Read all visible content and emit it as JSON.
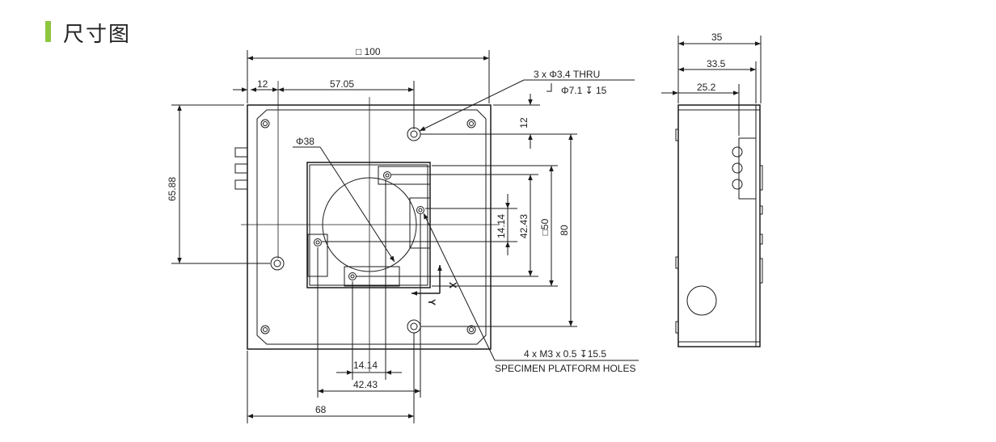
{
  "header": {
    "title": "尺寸图",
    "accent_color": "#8dc63f"
  },
  "dimensions": {
    "top_width": "□ 100",
    "left_offset": "12",
    "hole_x": "57.05",
    "thru_note": "3 x Φ3.4 THRU",
    "cbore_note": "Φ7.1 ↧ 15",
    "right_offset_12": "12",
    "phi38": "Φ38",
    "h_65_88": "65.88",
    "h_14_14": "14.14",
    "h_42_43": "42.43",
    "sq50": "□50",
    "h80": "80",
    "axis_x": "X",
    "axis_y": "Y",
    "tapped_note": "4 x M3 x 0.5  ↧15.5",
    "platform_note": "SPECIMEN PLATFORM HOLES",
    "b_14_14": "14.14",
    "b_42_43": "42.43",
    "b_68": "68",
    "side_35": "35",
    "side_33_5": "33.5",
    "side_25_2": "25.2"
  }
}
